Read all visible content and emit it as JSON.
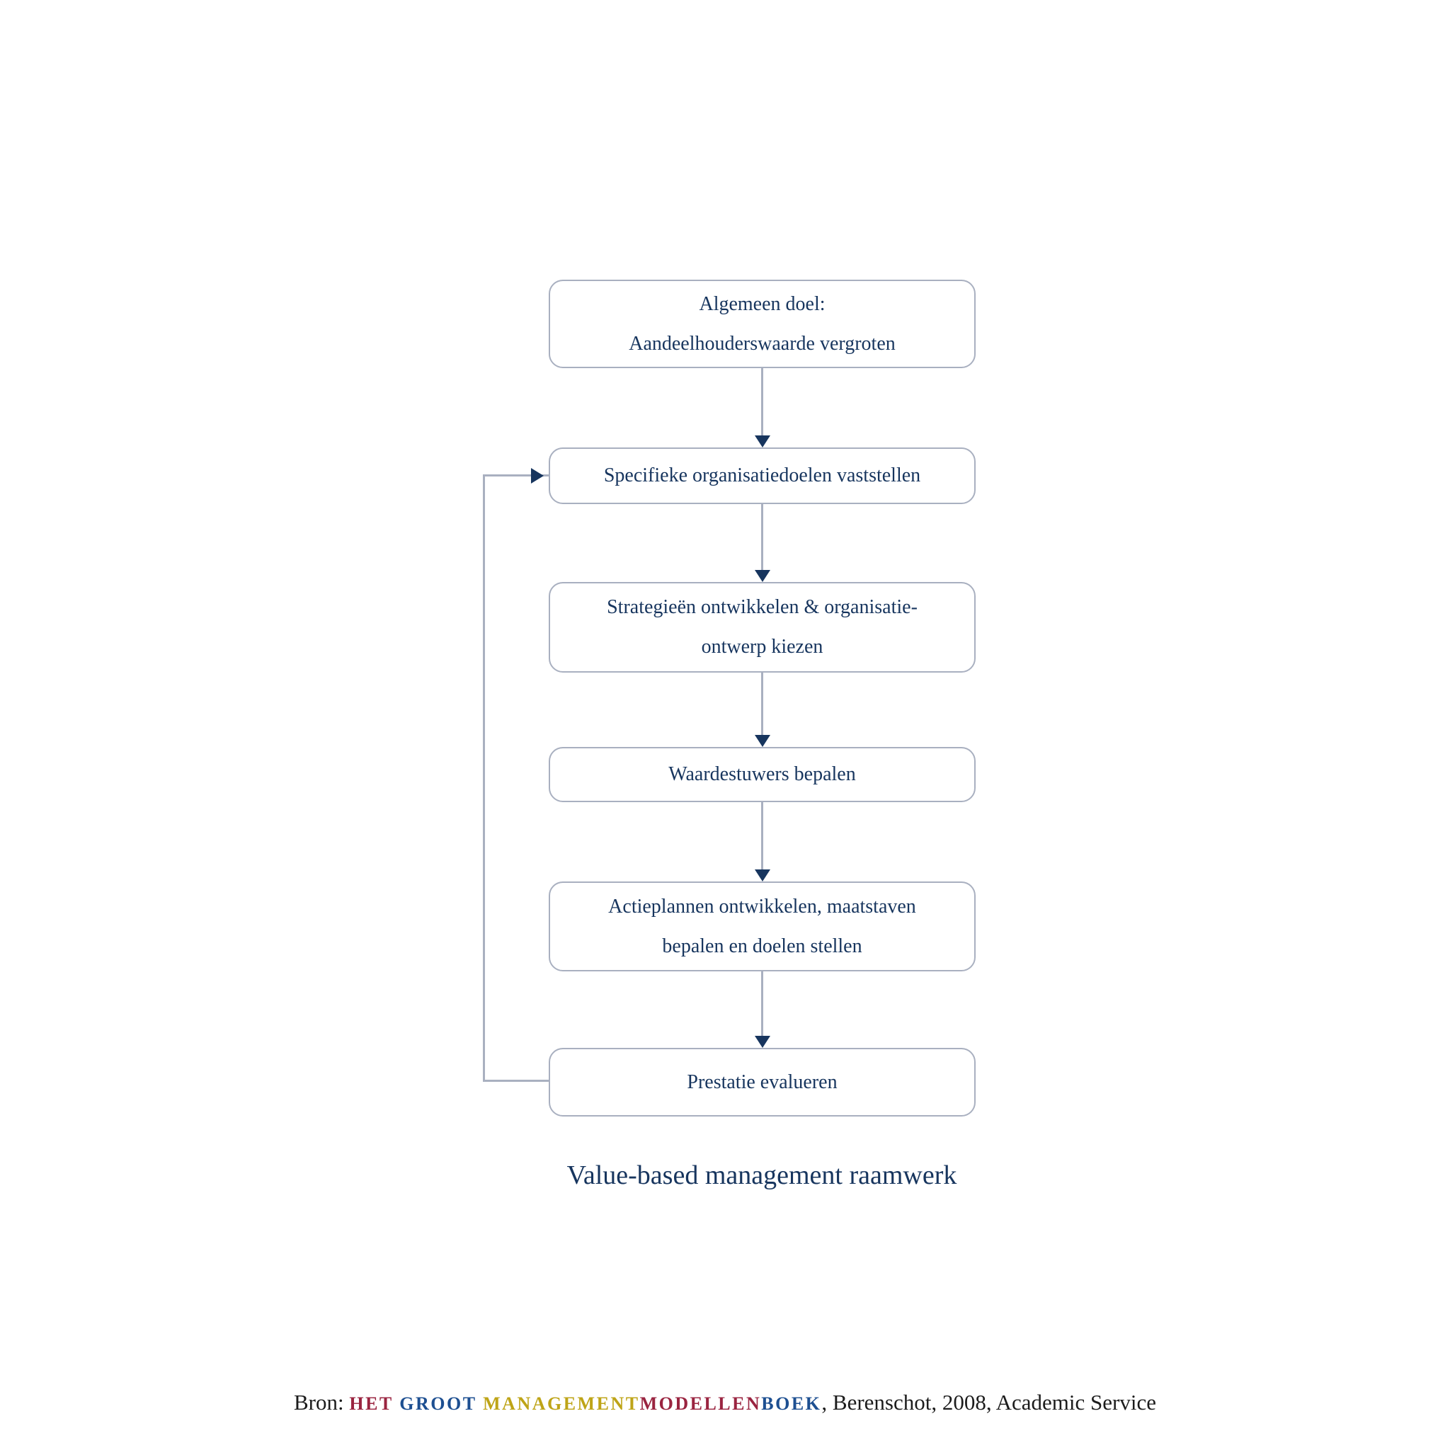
{
  "diagram": {
    "type": "flowchart",
    "caption": "Value-based management raamwerk",
    "boxes": [
      {
        "name": "algemeen-doel",
        "lines": [
          "Algemeen doel:",
          "Aandeelhouderswaarde vergroten"
        ]
      },
      {
        "name": "specifieke-doelen",
        "lines": [
          "Specifieke organisatiedoelen vaststellen"
        ]
      },
      {
        "name": "strategieen-ontwikkelen",
        "lines": [
          "Strategieën ontwikkelen & organisatie-",
          "ontwerp kiezen"
        ]
      },
      {
        "name": "waardestuwers-bepalen",
        "lines": [
          "Waardestuwers bepalen"
        ]
      },
      {
        "name": "actieplannen-ontwikkelen",
        "lines": [
          "Actieplannen ontwikkelen, maatstaven",
          "bepalen en doelen stellen"
        ]
      },
      {
        "name": "prestatie-evalueren",
        "lines": [
          "Prestatie evalueren"
        ]
      }
    ],
    "flow": [
      "algemeen-doel -> specifieke-doelen",
      "specifieke-doelen -> strategieen-ontwikkelen",
      "strategieen-ontwikkelen -> waardestuwers-bepalen",
      "waardestuwers-bepalen -> actieplannen-ontwikkelen",
      "actieplannen-ontwikkelen -> prestatie-evalueren",
      "prestatie-evalueren -> specifieke-doelen (feedback loop)"
    ],
    "colors": {
      "box_border": "#a9b0c0",
      "box_text": "#17355e",
      "connector_line": "#a9b0c0",
      "arrowhead": "#17355e",
      "caption_text": "#17355e"
    }
  },
  "source_line": {
    "prefix": "Bron: ",
    "segments": [
      {
        "text": "HET ",
        "color": "#9a2440"
      },
      {
        "text": "GROOT ",
        "color": "#1d4f91"
      },
      {
        "text": "MANAGEMENT",
        "color": "#bea417"
      },
      {
        "text": "MODELLEN",
        "color": "#9a2440"
      },
      {
        "text": "BOEK",
        "color": "#1d4f91"
      }
    ],
    "suffix": ", Berenschot, 2008, Academic Service",
    "text_color": "#1c1c1c"
  }
}
